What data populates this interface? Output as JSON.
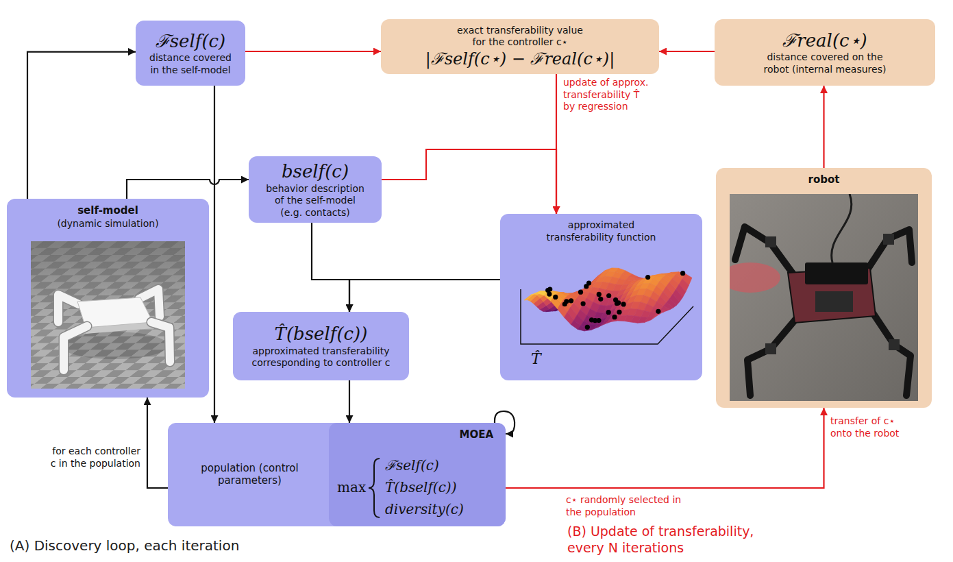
{
  "diagram": {
    "nodes": [
      {
        "text": [
          "(A) Discovery loop, each iteration"
        ]
      },
      {
        "text": [
          "(B) Update of transferability, every N iterations"
        ]
      },
      {
        "text": [
          "ℱself(c)",
          "distance covered in the self-model"
        ],
        "in": 0
      },
      {
        "text": [
          "bself(c)",
          "behavior description of the self-model (e.g. contacts)"
        ],
        "in": 0
      },
      {
        "text": [
          "self-model",
          "(dynamic simulation)"
        ],
        "in": 0
      },
      {
        "text": [
          "T̂(bself(c))",
          "approximated transferability corresponding to controller c"
        ],
        "in": 0
      },
      {
        "text": [
          "approximated transferability function",
          "T̂"
        ],
        "in": 0
      },
      {
        "text": [
          "population (control parameters)"
        ],
        "in": 0
      },
      {
        "text": [
          "MOEA",
          "max",
          "ℱself(c)",
          "T̂(bself(c))",
          "diversity(c)"
        ],
        "in": 7
      },
      {
        "text": [
          "exact transferability value for the controller c⋆",
          "|ℱself(c⋆) − ℱreal(c⋆)|"
        ],
        "in": 1
      },
      {
        "text": [
          "ℱreal(c⋆)",
          "distance covered on the robot (internal measures)"
        ],
        "in": 1
      },
      {
        "text": [
          "robot"
        ],
        "in": 1
      }
    ],
    "edges": [
      {
        "from": 4,
        "to": 2,
        "arrow": "to"
      },
      {
        "from": 4,
        "to": 3,
        "arrow": "to"
      },
      {
        "from": 2,
        "to": 7,
        "arrow": "to"
      },
      {
        "from": 2,
        "to": 9,
        "arrow": "to"
      },
      {
        "from": 10,
        "to": 9,
        "arrow": "to"
      },
      {
        "from": 11,
        "to": 10,
        "arrow": "to"
      },
      {
        "from": 3,
        "to": 5,
        "arrow": "to"
      },
      {
        "from": 6,
        "to": 5,
        "arrow": "to"
      },
      {
        "from": 5,
        "to": 8,
        "arrow": "to"
      },
      {
        "from": 3,
        "to": 6,
        "arrow": "to"
      },
      {
        "from": 9,
        "to": 6,
        "arrow": "to",
        "label": "update of approx. transferability T̂ by regression"
      },
      {
        "from": 7,
        "to": 4,
        "arrow": "to",
        "label": "for each controller c in the population"
      },
      {
        "from": 8,
        "to": 8,
        "arrow": "to"
      },
      {
        "from": 8,
        "to": 11,
        "arrow": "to",
        "label": "c⋆ randomly selected in the population"
      }
    ],
    "labels": [
      "transfer of c⋆ onto the robot"
    ]
  }
}
